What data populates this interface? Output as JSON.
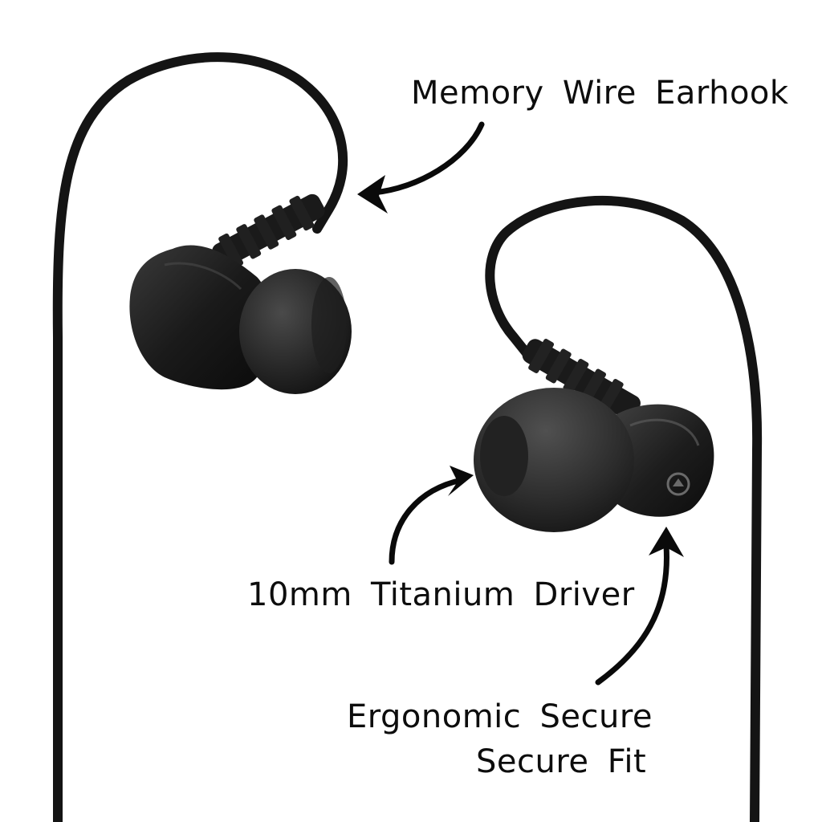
{
  "callouts": {
    "earhook": "Memory Wire Earhook",
    "driver": "10mm Titanium Driver",
    "fit_line_1": "Ergonomic Secure",
    "fit_line_2": "Secure Fit"
  },
  "colors": {
    "background": "#ffffff",
    "cable": "#141414",
    "earbud_shell": "#1b1b1b",
    "ear_tip": "#262626",
    "text": "#0d0d0d",
    "arrow": "#0a0a0a"
  }
}
